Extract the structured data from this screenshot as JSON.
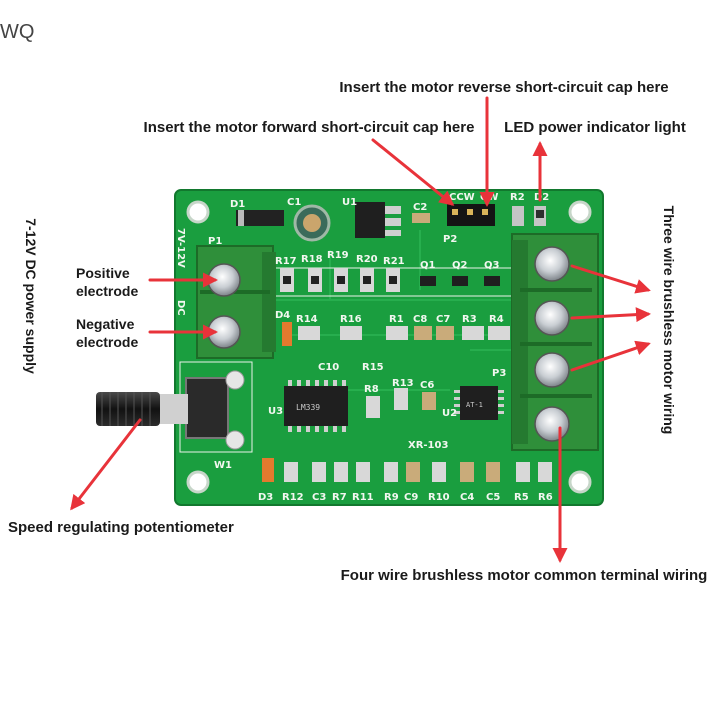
{
  "watermark": "WQ",
  "callouts": {
    "reverse_cap": "Insert the motor reverse short-circuit cap here",
    "forward_cap": "Insert the motor forward short-circuit cap here",
    "led": "LED power indicator light",
    "power_supply": "7-12V DC power supply",
    "positive_line1": "Positive",
    "positive_line2": "electrode",
    "negative_line1": "Negative",
    "negative_line2": "electrode",
    "three_wire": "Three wire brushless motor wiring",
    "potentiometer": "Speed regulating potentiometer",
    "four_wire": "Four wire brushless motor common terminal wiring"
  },
  "board": {
    "model": "XR-103",
    "silk_voltage": "7V-12V",
    "silk_dc": "DC",
    "silk_ccw": "CCW",
    "silk_cw": "CW",
    "ic_u3_mark": "LM339",
    "ic_u2_mark": "AT-1",
    "designators": {
      "D1": "D1",
      "C1": "C1",
      "U1": "U1",
      "C2": "C2",
      "P2": "P2",
      "R2": "R2",
      "D2": "D2",
      "P1": "P1",
      "R17": "R17",
      "R18": "R18",
      "R19": "R19",
      "R20": "R20",
      "R21": "R21",
      "Q1": "Q1",
      "Q2": "Q2",
      "Q3": "Q3",
      "D4": "D4",
      "R14": "R14",
      "R16": "R16",
      "R1": "R1",
      "C8": "C8",
      "C7": "C7",
      "R3": "R3",
      "R4": "R4",
      "C10": "C10",
      "R15": "R15",
      "P3": "P3",
      "U3": "U3",
      "R8": "R8",
      "R13": "R13",
      "C6": "C6",
      "U2": "U2",
      "W1": "W1",
      "D3": "D3",
      "R12": "R12",
      "C3": "C3",
      "R7": "R7",
      "R11": "R11",
      "R9": "R9",
      "C9": "C9",
      "R10": "R10",
      "C4": "C4",
      "C5": "C5",
      "R5": "R5",
      "R6": "R6"
    }
  },
  "colors": {
    "pcb": "#1a9e3f",
    "terminal": "#2f8f3a",
    "arrow": "#e8333a"
  }
}
